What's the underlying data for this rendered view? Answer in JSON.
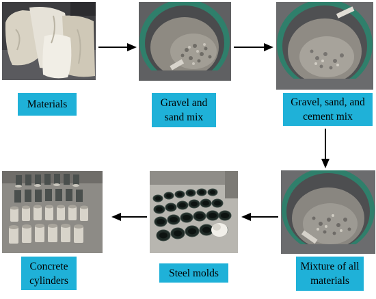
{
  "steps": [
    {
      "label": "Materials",
      "icon": "materials-bags-photo"
    },
    {
      "label": "Gravel and sand mix",
      "icon": "gravel-sand-mixer-photo"
    },
    {
      "label": "Gravel, sand, and cement mix",
      "icon": "gravel-sand-cement-mixer-photo"
    },
    {
      "label": "Mixture of all materials",
      "icon": "full-mixture-mixer-photo"
    },
    {
      "label": "Steel molds",
      "icon": "steel-molds-photo"
    },
    {
      "label": "Concrete cylinders",
      "icon": "concrete-cylinders-photo"
    }
  ],
  "colors": {
    "label_bg": "#1fb1d8",
    "arrow": "#000000",
    "drum_rim": "#2f7f6b"
  }
}
